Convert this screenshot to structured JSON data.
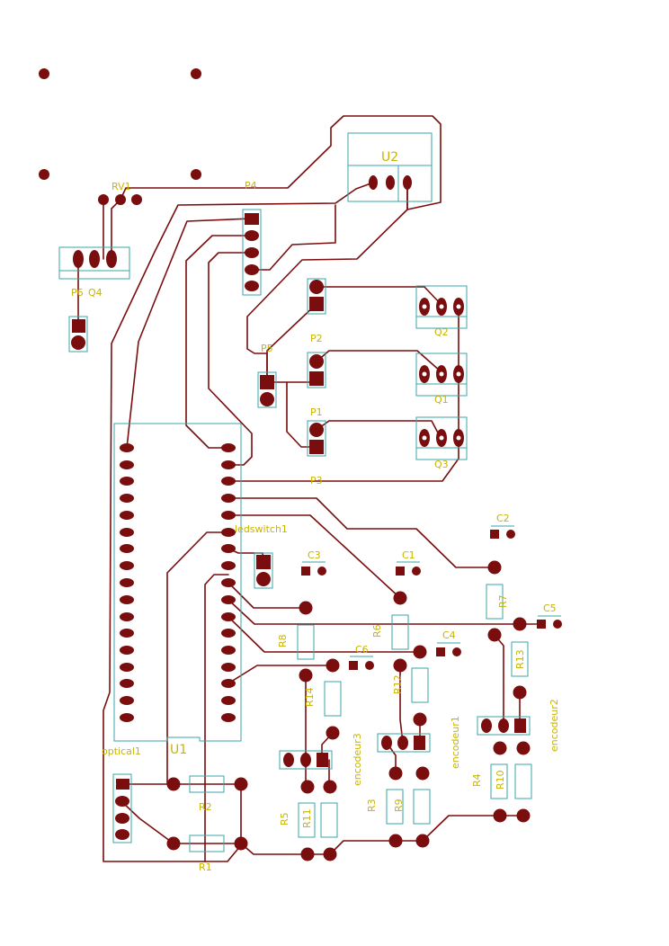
{
  "board": {
    "colors": {
      "track": "#7a0d0d",
      "silkscreen": "#3aa6a8",
      "label": "#c8b400",
      "background": "#ffffff"
    }
  },
  "labels": {
    "u2": "U2",
    "u1": "U1",
    "rv1": "RV1",
    "p4": "P4",
    "p6": "P6",
    "q4": "Q4",
    "q2": "Q2",
    "q1": "Q1",
    "q3": "Q3",
    "p5": "P5",
    "p2": "P2",
    "p1": "P1",
    "p3": "P3",
    "ledswitch1": "ledswitch1",
    "c2": "C2",
    "c3": "C3",
    "c1": "C1",
    "c4": "C4",
    "c5": "C5",
    "c6": "C6",
    "r7": "R7",
    "r6": "R6",
    "r8": "R8",
    "r13": "R13",
    "r14": "R14",
    "r12": "R12",
    "encodeur3": "encodeur3",
    "encodeur1": "encodeur1",
    "encodeur2": "encodeur2",
    "r2": "R2",
    "r1": "R1",
    "r5": "R5",
    "r11": "R11",
    "r3": "R3",
    "r9": "R9",
    "r4": "R4",
    "r10": "R10",
    "optical1": "optical1"
  }
}
